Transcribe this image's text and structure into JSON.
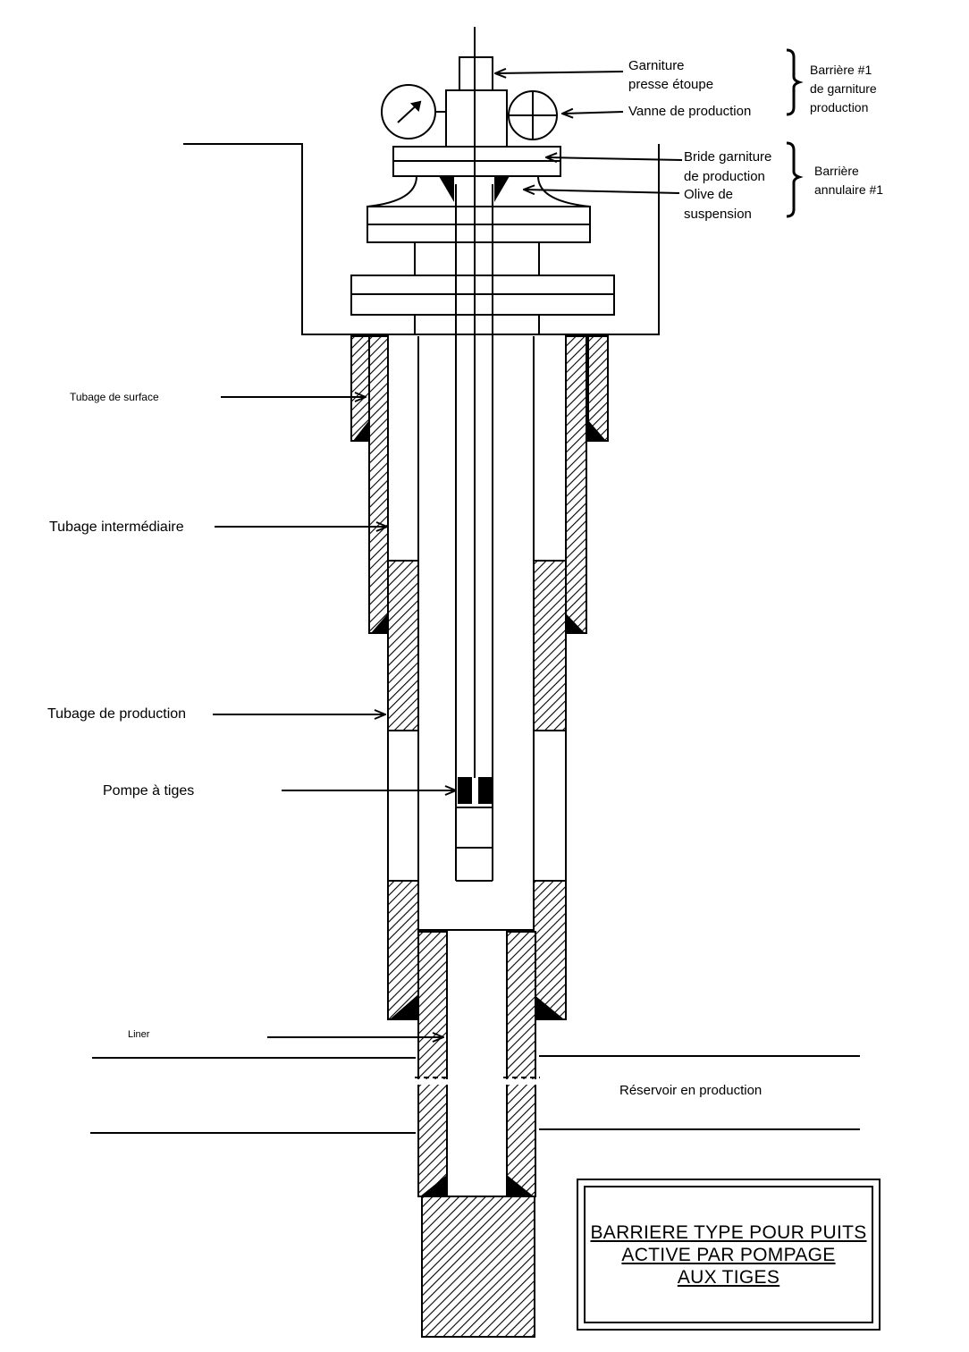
{
  "labels": {
    "garniture_l1": "Garniture",
    "garniture_l2": "presse étoupe",
    "vanne": "Vanne de production",
    "bride_l1": "Bride garniture",
    "bride_l2": "de production",
    "olive_l1": "Olive de",
    "olive_l2": "suspension",
    "barriere1_l1": "Barrière #1",
    "barriere1_l2": "de garniture",
    "barriere1_l3": "production",
    "barriere_ann_l1": "Barrière",
    "barriere_ann_l2": "annulaire #1",
    "tubage_surface": "Tubage de surface",
    "tubage_intermediaire": "Tubage intermédiaire",
    "tubage_production": "Tubage de production",
    "pompe": "Pompe à tiges",
    "liner": "Liner",
    "reservoir": "Réservoir en production"
  },
  "title": {
    "line1": "BARRIERE TYPE POUR PUITS",
    "line2": "ACTIVE PAR POMPAGE",
    "line3": "AUX TIGES"
  }
}
